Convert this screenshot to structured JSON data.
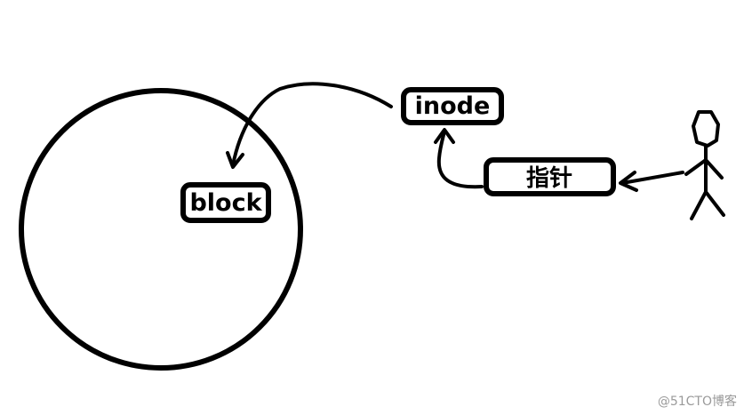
{
  "nodes": {
    "block": "block",
    "inode": "inode",
    "pointer": "指针"
  },
  "watermark": "@51CTO博客",
  "colors": {
    "ink": "#000000",
    "background": "#ffffff",
    "watermark": "#9a9a9a"
  }
}
